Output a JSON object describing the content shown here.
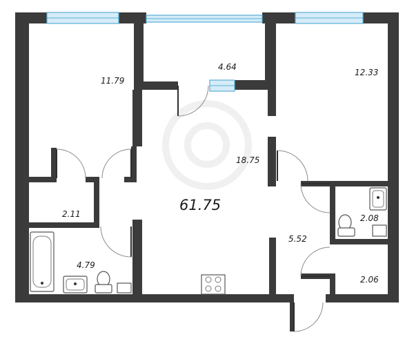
{
  "plan": {
    "total_area": "61.75",
    "rooms": [
      {
        "key": "bedroom_left",
        "area": "11.79"
      },
      {
        "key": "balcony",
        "area": "4.64"
      },
      {
        "key": "bedroom_right",
        "area": "12.33"
      },
      {
        "key": "living_kitchen",
        "area": "18.75"
      },
      {
        "key": "storage",
        "area": "2.11"
      },
      {
        "key": "bathroom",
        "area": "4.79"
      },
      {
        "key": "toilet",
        "area": "2.08"
      },
      {
        "key": "hallway",
        "area": "5.52"
      },
      {
        "key": "closet",
        "area": "2.06"
      }
    ]
  }
}
